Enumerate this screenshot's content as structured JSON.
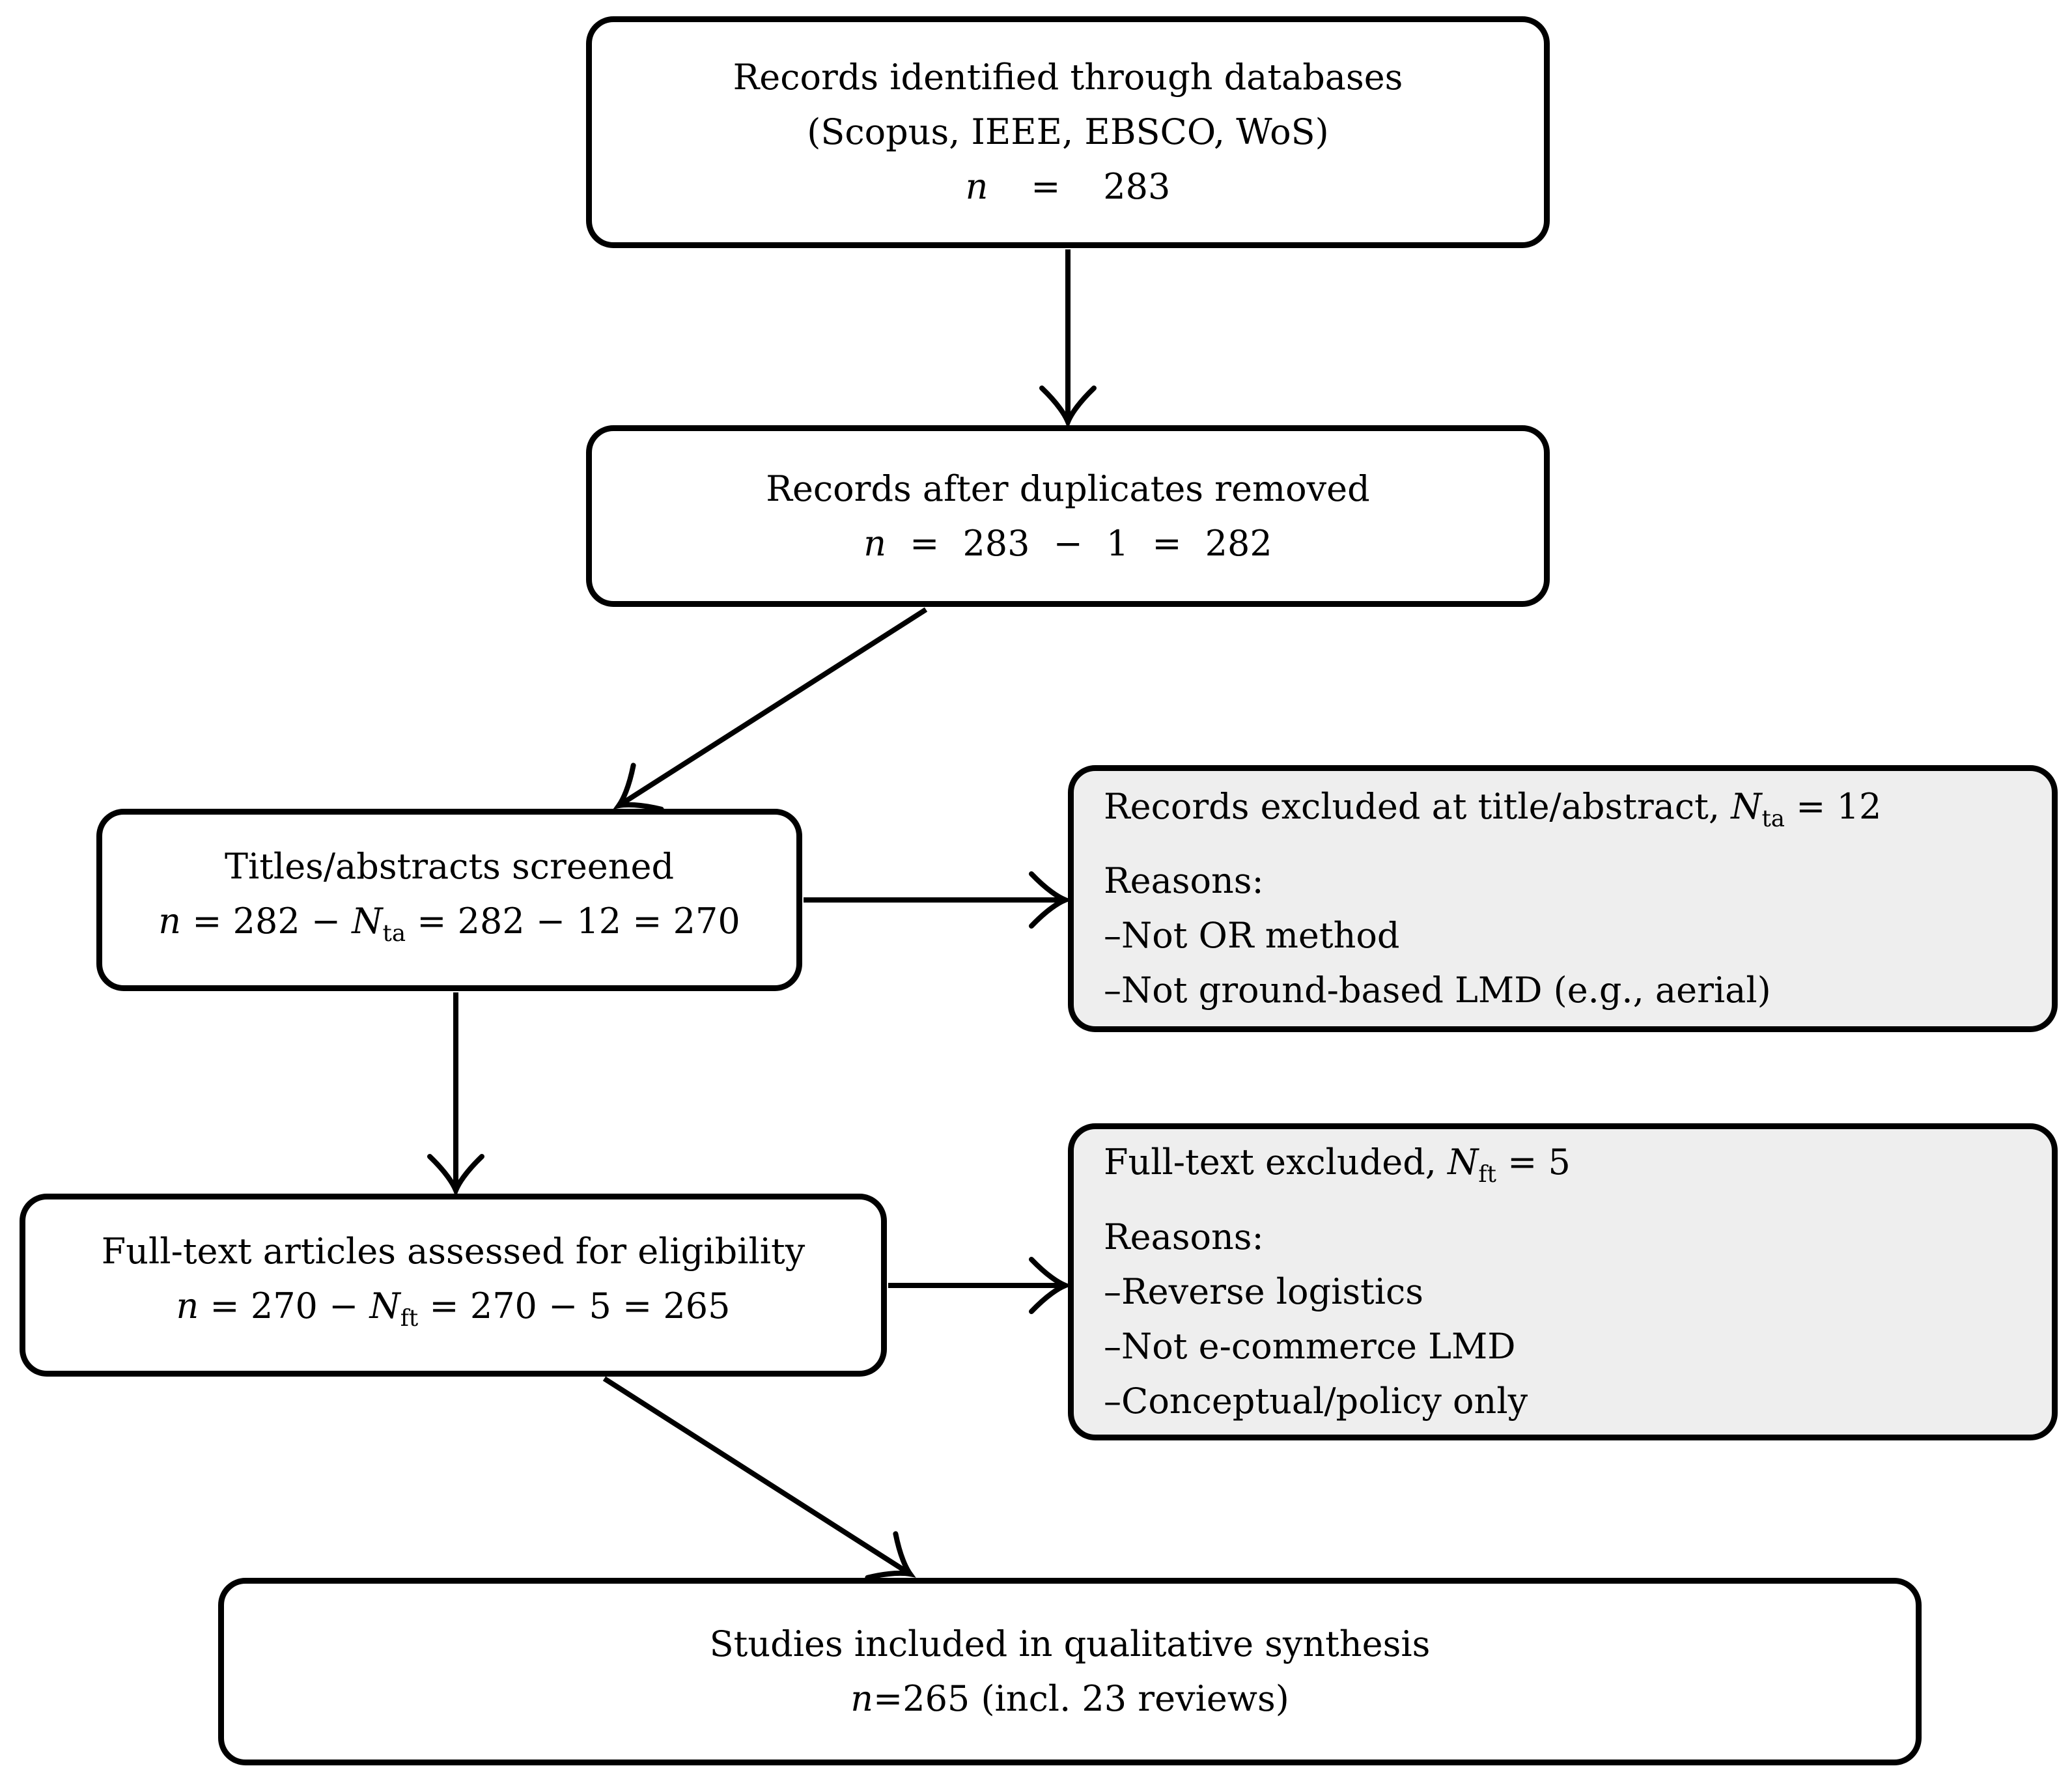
{
  "boxes": {
    "identification": {
      "line1": "Records identified through databases",
      "line2": "(Scopus, IEEE, EBSCO, WoS)",
      "math": {
        "var": "n",
        "rest": " = 283"
      }
    },
    "duplicates": {
      "line1": "Records after duplicates removed",
      "math": {
        "var": "n",
        "rest": " = 283 − 1 = 282"
      }
    },
    "screening": {
      "line1": "Titles/abstracts screened",
      "math": {
        "var1": "n",
        "mid1": " = 282 − ",
        "var2": "N",
        "sub": "ta",
        "mid2": " = 282 − 12 = 270"
      }
    },
    "excluded_ta": {
      "title": {
        "pre": "Records excluded at title/abstract, ",
        "var": "N",
        "sub": "ta",
        "post": " = 12"
      },
      "reasons_label": "Reasons:",
      "reasons": [
        "–Not OR method",
        "–Not ground-based LMD (e.g., aerial)"
      ]
    },
    "eligibility": {
      "line1": "Full-text articles assessed for eligibility",
      "math": {
        "var1": "n",
        "mid1": " = 270 − ",
        "var2": "N",
        "sub": "ft",
        "mid2": " = 270 − 5 = 265"
      }
    },
    "excluded_ft": {
      "title": {
        "pre": "Full-text excluded, ",
        "var": "N",
        "sub": "ft",
        "post": " = 5"
      },
      "reasons_label": "Reasons:",
      "reasons": [
        "–Reverse logistics",
        "–Not e-commerce LMD",
        "–Conceptual/policy only"
      ]
    },
    "included": {
      "line1": "Studies included in qualitative synthesis",
      "math": {
        "var": "n",
        "rest": "=265 (incl. 23 reviews)"
      }
    }
  },
  "colors": {
    "border": "#000000",
    "box_fill": "#ffffff",
    "excluded_fill": "#eeeeee",
    "background": "#ffffff"
  }
}
